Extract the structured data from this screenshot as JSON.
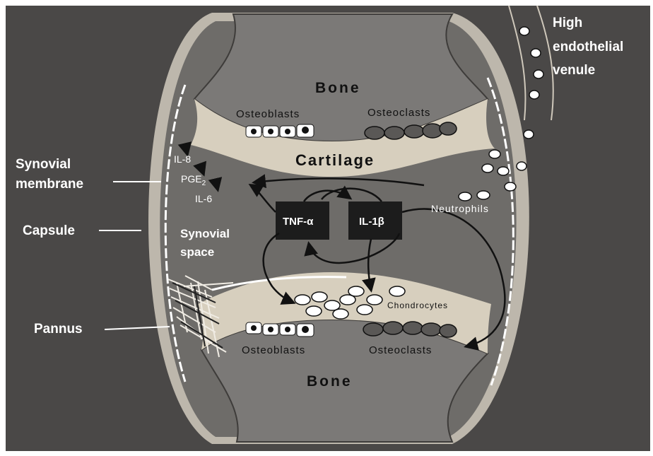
{
  "labels": {
    "bone_top": "Bone",
    "bone_bottom": "Bone",
    "cartilage": "Cartilage",
    "osteoblasts_top": "Osteoblasts",
    "osteoclasts_top": "Osteoclasts",
    "osteoblasts_bottom": "Osteoblasts",
    "osteoclasts_bottom": "Osteoclasts",
    "high_endothelial_venule_line1": "High",
    "high_endothelial_venule_line2": "endothelial",
    "high_endothelial_venule_line3": "venule",
    "synovial_membrane_line1": "Synovial",
    "synovial_membrane_line2": "membrane",
    "capsule": "Capsule",
    "synovial_space_line1": "Synovial",
    "synovial_space_line2": "space",
    "pannus": "Pannus",
    "il8": "IL-8",
    "pge2": "PGE",
    "pge2_sub": "2",
    "il6": "IL-6",
    "tnf_alpha": "TNF-α",
    "il1_beta": "IL-1β",
    "neutrophils": "Neutrophils",
    "chondrocytes": "Chondrocytes"
  },
  "colors": {
    "background": "#4a4847",
    "capsule": "#bdb7ac",
    "joint_space": "#6e6c69",
    "bone": "#7b7977",
    "cartilage": "#d7cfbe",
    "cytokine_box": "#1c1c1c"
  }
}
